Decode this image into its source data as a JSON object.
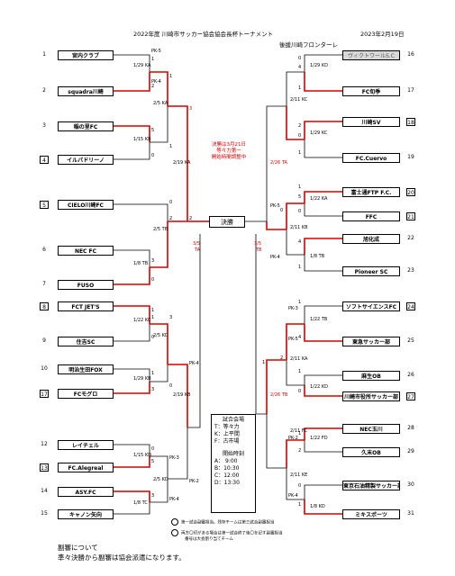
{
  "header": {
    "title": "2022年度 川崎市サッカー協会協会長杯トーナメント",
    "date": "2023年2月19日",
    "sponsor": "後援川崎フロンターレ"
  },
  "left_teams": [
    {
      "seed": "1",
      "name": "宮内クラブ",
      "boxed": false
    },
    {
      "seed": "2",
      "name": "squadra川崎",
      "boxed": false
    },
    {
      "seed": "3",
      "name": "稲の里FC",
      "boxed": false
    },
    {
      "seed": "4",
      "name": "イルパドリーノ",
      "boxed": true
    },
    {
      "seed": "5",
      "name": "CIELO川崎FC",
      "boxed": true
    },
    {
      "seed": "6",
      "name": "NEC FC",
      "boxed": false
    },
    {
      "seed": "7",
      "name": "FUSO",
      "boxed": false
    },
    {
      "seed": "8",
      "name": "FCT JET'S",
      "boxed": true
    },
    {
      "seed": "9",
      "name": "住吉SC",
      "boxed": false
    },
    {
      "seed": "10",
      "name": "明治生田FOX",
      "boxed": false
    },
    {
      "seed": "17",
      "name": "FCモグロ",
      "boxed": true
    },
    {
      "seed": "12",
      "name": "レイチェル",
      "boxed": false
    },
    {
      "seed": "13",
      "name": "FC.Alegreal",
      "boxed": true
    },
    {
      "seed": "14",
      "name": "ASY.FC",
      "boxed": false
    },
    {
      "seed": "15",
      "name": "キャノン矢向",
      "boxed": false
    }
  ],
  "right_teams": [
    {
      "seed": "16",
      "name": "ヴィクトワールS.C",
      "boxed": false,
      "grey": true
    },
    {
      "seed": "17",
      "name": "FC旬季",
      "boxed": false,
      "grey": false
    },
    {
      "seed": "18",
      "name": "川崎SV",
      "boxed": true,
      "grey": false
    },
    {
      "seed": "19",
      "name": "FC.Cuervo",
      "boxed": false,
      "grey": false
    },
    {
      "seed": "20",
      "name": "富士通FTP F.C.",
      "boxed": true,
      "grey": false
    },
    {
      "seed": "21",
      "name": "FFC",
      "boxed": true,
      "grey": false
    },
    {
      "seed": "22",
      "name": "旭化成",
      "boxed": false,
      "grey": false
    },
    {
      "seed": "23",
      "name": "Pioneer SC",
      "boxed": false,
      "grey": false
    },
    {
      "seed": "24",
      "name": "ソフトサイエンスFC",
      "boxed": true,
      "grey": false
    },
    {
      "seed": "25",
      "name": "東急サッカー部",
      "boxed": false,
      "grey": false
    },
    {
      "seed": "26",
      "name": "麻生OB",
      "boxed": false,
      "grey": false
    },
    {
      "seed": "27",
      "name": "川崎市役所サッカー部",
      "boxed": true,
      "grey": false
    },
    {
      "seed": "28",
      "name": "NEC玉川",
      "boxed": false,
      "grey": false
    },
    {
      "seed": "29",
      "name": "久末OB",
      "boxed": false,
      "grey": false
    },
    {
      "seed": "30",
      "name": "東京石油精製サッカー部",
      "boxed": false,
      "grey": false
    },
    {
      "seed": "31",
      "name": "ミキスポーツ",
      "boxed": false,
      "grey": false
    }
  ],
  "final": {
    "label": "決勝",
    "notice": "決勝は3月21日\n等々力第一\n開始時間調整中",
    "left_date": "3/5",
    "left_venue": "TA",
    "right_date": "3/5",
    "right_venue": "TB"
  },
  "scores": {
    "l1": "1",
    "l2": "2",
    "l3": "5",
    "l4": "0",
    "l5": "1",
    "l6": "3",
    "l7": "1",
    "l8": "0",
    "l9": "3",
    "l10": "0",
    "l11": "1",
    "l12": "2",
    "l13": "1",
    "l14": "0",
    "l15": "1",
    "l16": "3",
    "l17": "0",
    "l18": "3",
    "l19": "5",
    "l20": "0",
    "l21": "3",
    "l22": "2",
    "r1": "0",
    "r2": "4",
    "r3": "1",
    "r4": "2",
    "r5": "0",
    "r6": "1",
    "r7": "1",
    "r8": "5",
    "r9": "0",
    "r10": "4",
    "r11": "1",
    "r12": "0",
    "r13": "1",
    "r14": "4",
    "r15": "1",
    "r16": "0",
    "r17": "2",
    "r18": "1",
    "r19": "2",
    "r20": "0",
    "r21": "1",
    "r22": "1"
  },
  "pk": {
    "l_a": "PK-5",
    "l_b": "PK-4",
    "l_c": "PK-4",
    "l_d": "PK-3",
    "l_e": "PK-4",
    "l_f": "PK-2",
    "r_a": "PK-5",
    "r_b": "PK-4",
    "r_c": "PK-3",
    "r_d": "PK-5",
    "r_e": "PK-2",
    "r_f": "PK-4"
  },
  "match_labels": {
    "m1": "1/29 KA",
    "m2": "1/15 KB",
    "m3": "2/5 KA",
    "m4": "2/19 KA",
    "m5": "2/5 TB",
    "m6": "1/8 TB",
    "m7": "1/22 KC",
    "m8": "2/5 KC",
    "m9": "1/29 KB",
    "m10": "2/19 KB",
    "m11": "1/15 KD",
    "m12": "2/5 KD",
    "m13": "1/8 TC",
    "n1": "1/29 KD",
    "n2": "2/11 KC",
    "n3": "1/29 KC",
    "n4": "2/26 TA",
    "n5": "1/22 KA",
    "n6": "2/11 KB",
    "n7": "1/8 TB",
    "n8": "1/22 TB",
    "n9": "2/11 KA",
    "n10": "1/22 KD",
    "n11": "2/26 TB",
    "n12": "2/11 FC",
    "n13": "1/22 FD",
    "n14": "2/11 KE",
    "n15": "1/8 KD"
  },
  "venue_info": {
    "title": "試合会場",
    "t": "T：等々力",
    "k": "K：上平間",
    "f": "F：古市場",
    "time_title": "開始時刻",
    "a": "A： 9:00",
    "b": "B：10:30",
    "c": "C：12:00",
    "d": "D：13:30"
  },
  "legend": {
    "line1": "第一試合副審担当。残存チームは第三試合副審担当",
    "line2": "両方〇印がある場合は第一試合終了後〇を記す副審担当",
    "line3": "番号は大会割り当てチーム"
  },
  "footer": {
    "line1": "副審について",
    "line2": "準々決勝から副審は協会派遣になります。"
  },
  "colors": {
    "winner_line": "#d40000",
    "line": "#000000"
  }
}
